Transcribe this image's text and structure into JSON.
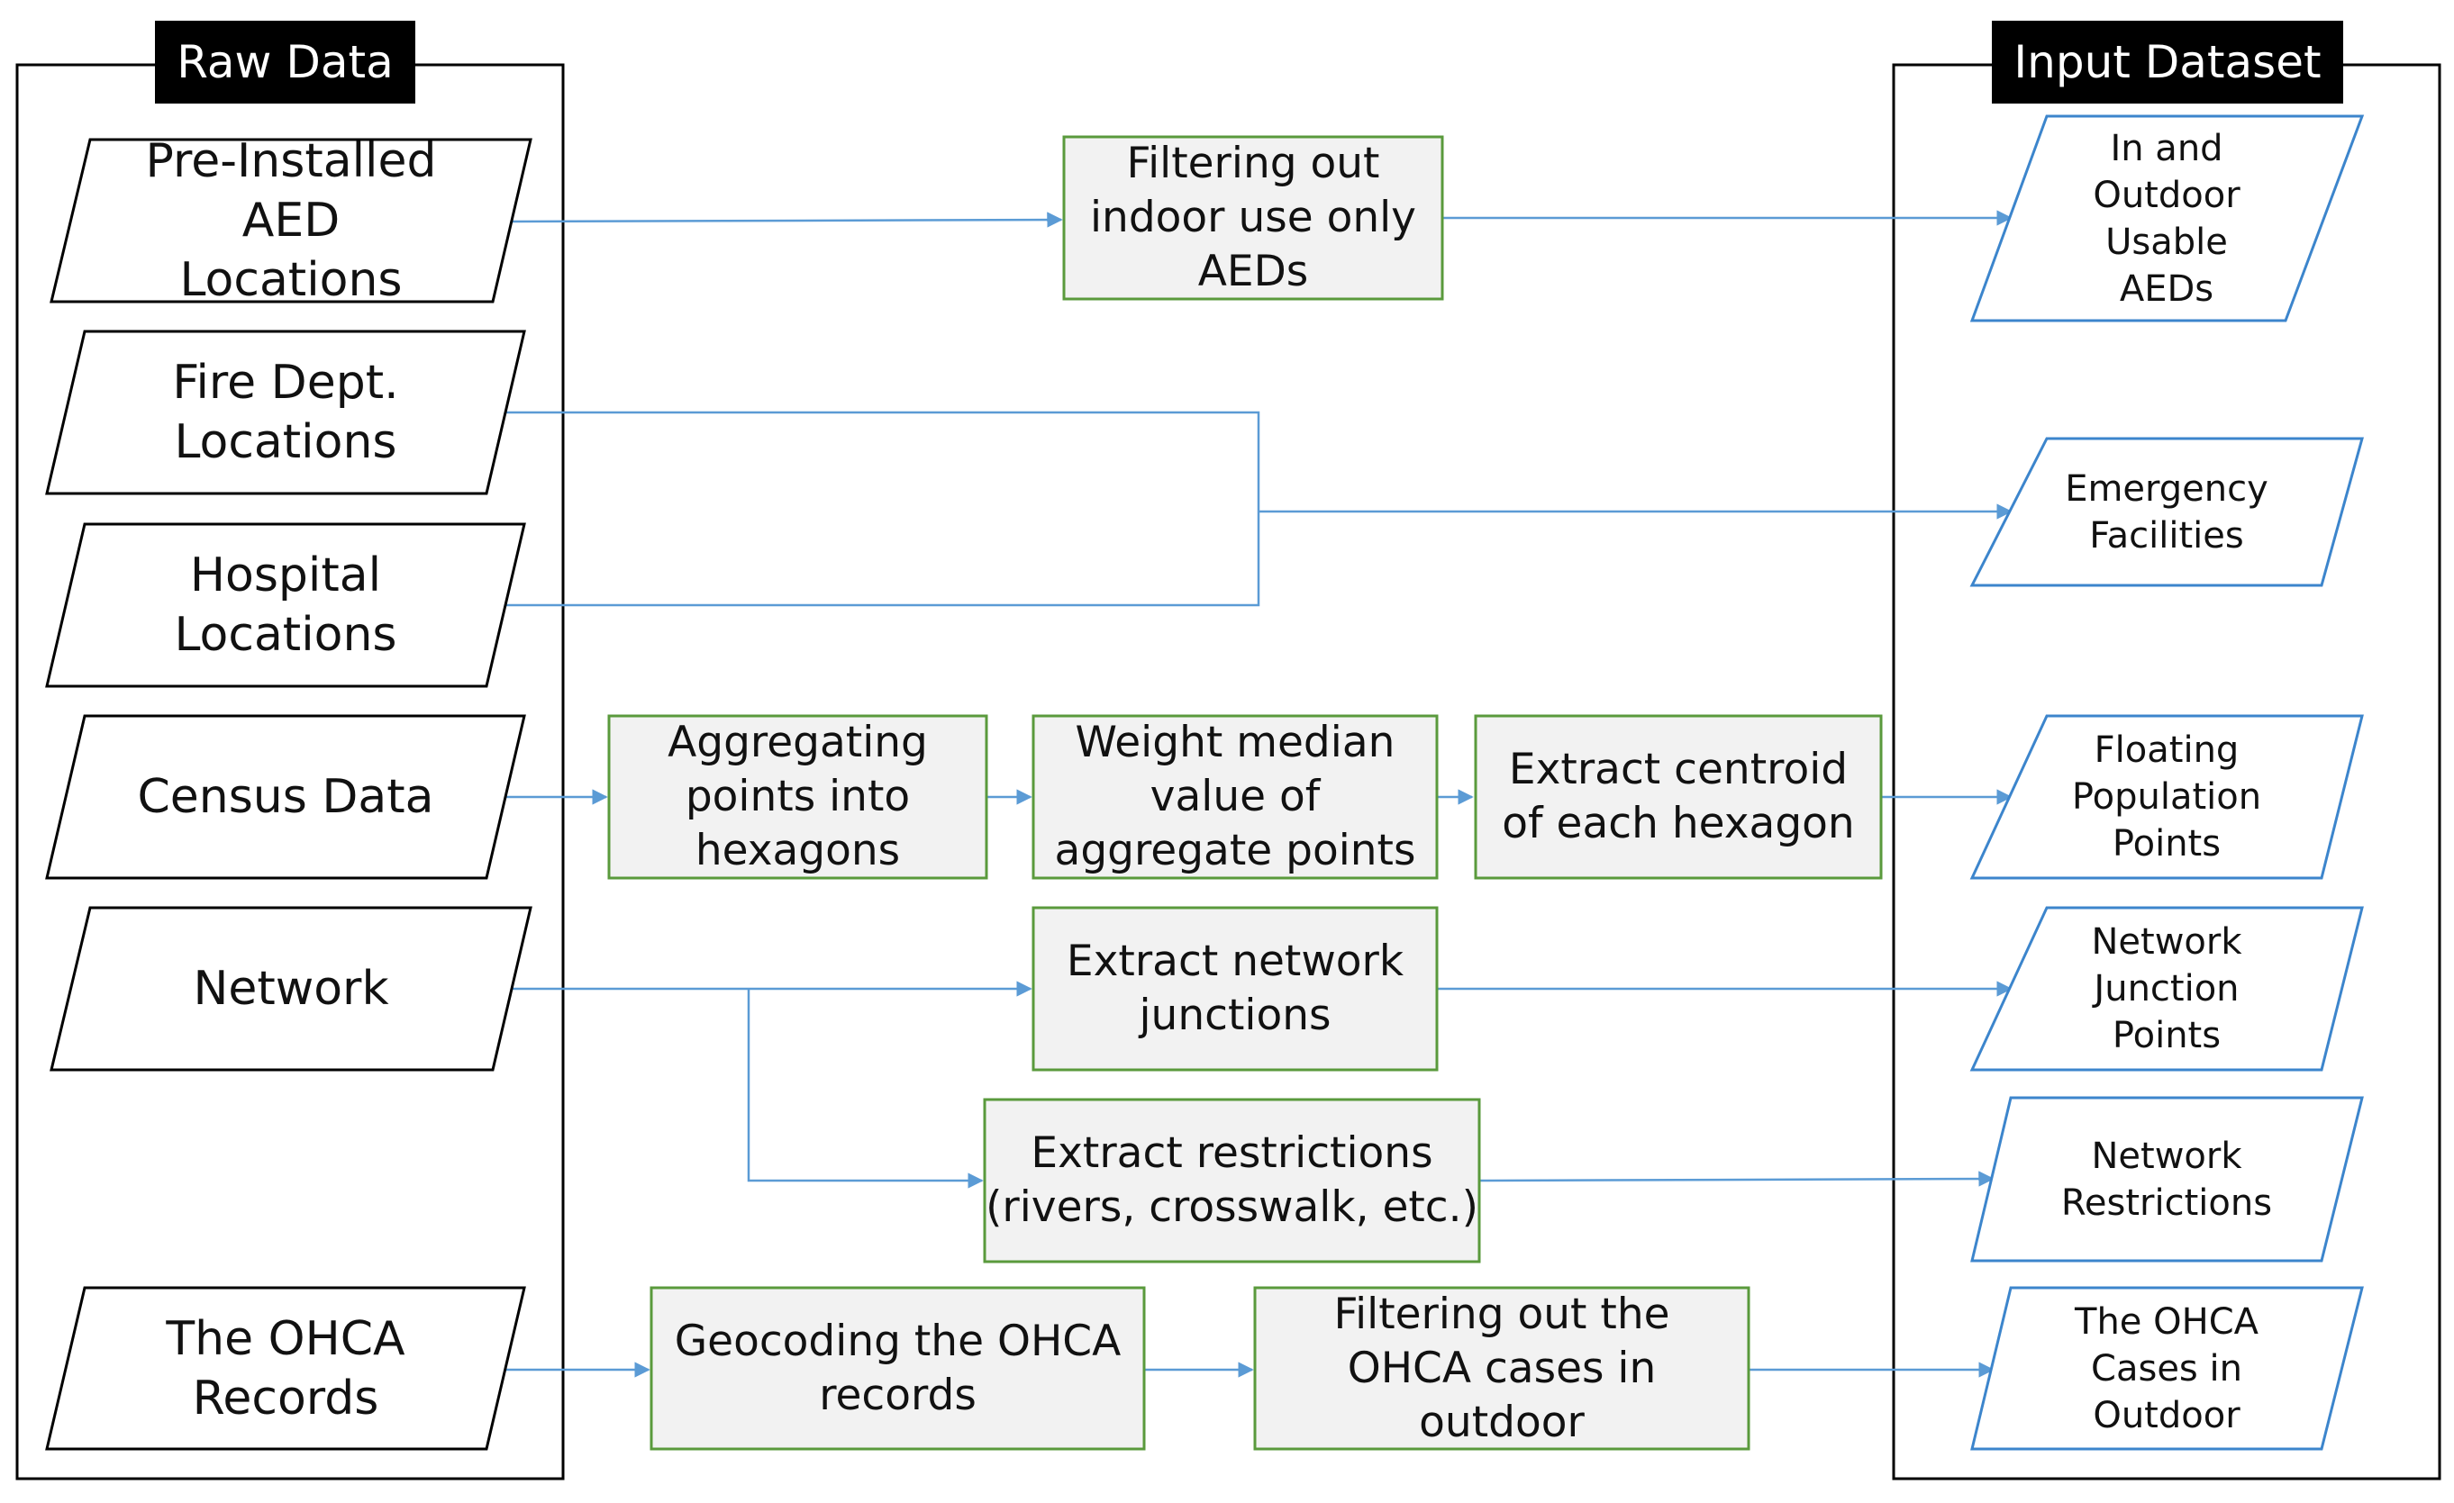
{
  "raw_panel": {
    "title": "Raw Data"
  },
  "input_panel": {
    "title": "Input Dataset"
  },
  "raw_inputs": [
    {
      "id": "aed",
      "label": "Pre-Installed\nAED\nLocations"
    },
    {
      "id": "fire",
      "label": "Fire Dept.\nLocations"
    },
    {
      "id": "hospital",
      "label": "Hospital\nLocations"
    },
    {
      "id": "census",
      "label": "Census Data"
    },
    {
      "id": "network",
      "label": "Network"
    },
    {
      "id": "ohca",
      "label": "The OHCA\nRecords"
    }
  ],
  "processes": [
    {
      "id": "filter-indoor",
      "label": "Filtering out\nindoor use only\nAEDs"
    },
    {
      "id": "aggregate",
      "label": "Aggregating\npoints into\nhexagons"
    },
    {
      "id": "weight-median",
      "label": "Weight median\nvalue of\naggregate points"
    },
    {
      "id": "centroid",
      "label": "Extract centroid\nof each hexagon"
    },
    {
      "id": "junctions",
      "label": "Extract network\njunctions"
    },
    {
      "id": "restrictions",
      "label": "Extract restrictions\n(rivers, crosswalk, etc.)"
    },
    {
      "id": "geocode",
      "label": "Geocoding the OHCA\nrecords"
    },
    {
      "id": "filter-outdoor",
      "label": "Filtering out the\nOHCA cases in\noutdoor"
    }
  ],
  "outputs": [
    {
      "id": "usable-aeds",
      "label": "In and\nOutdoor\nUsable\nAEDs"
    },
    {
      "id": "emergency",
      "label": "Emergency\nFacilities"
    },
    {
      "id": "floating-pop",
      "label": "Floating\nPopulation\nPoints"
    },
    {
      "id": "junction-points",
      "label": "Network\nJunction\nPoints"
    },
    {
      "id": "net-restrictions",
      "label": "Network\nRestrictions"
    },
    {
      "id": "ohca-outdoor",
      "label": "The OHCA\nCases in\nOutdoor"
    }
  ],
  "colors": {
    "raw_stroke": "#000000",
    "process_fill": "#f2f2f2",
    "process_stroke": "#5a9a3c",
    "output_stroke": "#3c85cc",
    "arrow": "#5b9bd5"
  }
}
